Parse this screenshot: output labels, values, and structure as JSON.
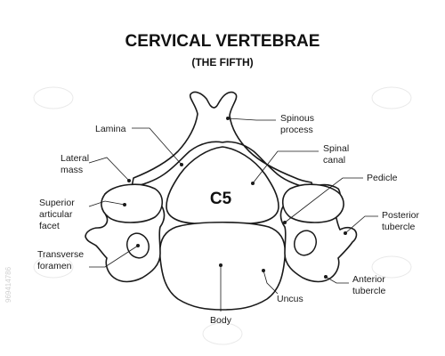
{
  "title": "CERVICAL VERTEBRAE",
  "subtitle": "(THE FIFTH)",
  "center_label": "C5",
  "labels": {
    "lamina": "Lamina",
    "spinous_process": [
      "Spinous",
      "process"
    ],
    "lateral_mass": [
      "Lateral",
      "mass"
    ],
    "spinal_canal": [
      "Spinal",
      "canal"
    ],
    "pedicle": "Pedicle",
    "superior_articular_facet": [
      "Superior",
      "articular",
      "facet"
    ],
    "posterior_tubercle": [
      "Posterior",
      "tubercle"
    ],
    "transverse_foramen": [
      "Transverse",
      "foramen"
    ],
    "anterior_tubercle": [
      "Anterior",
      "tubercle"
    ],
    "uncus": "Uncus",
    "body": "Body"
  },
  "watermark": "969414786",
  "colors": {
    "line": "#1a1a1a",
    "background": "#ffffff"
  }
}
